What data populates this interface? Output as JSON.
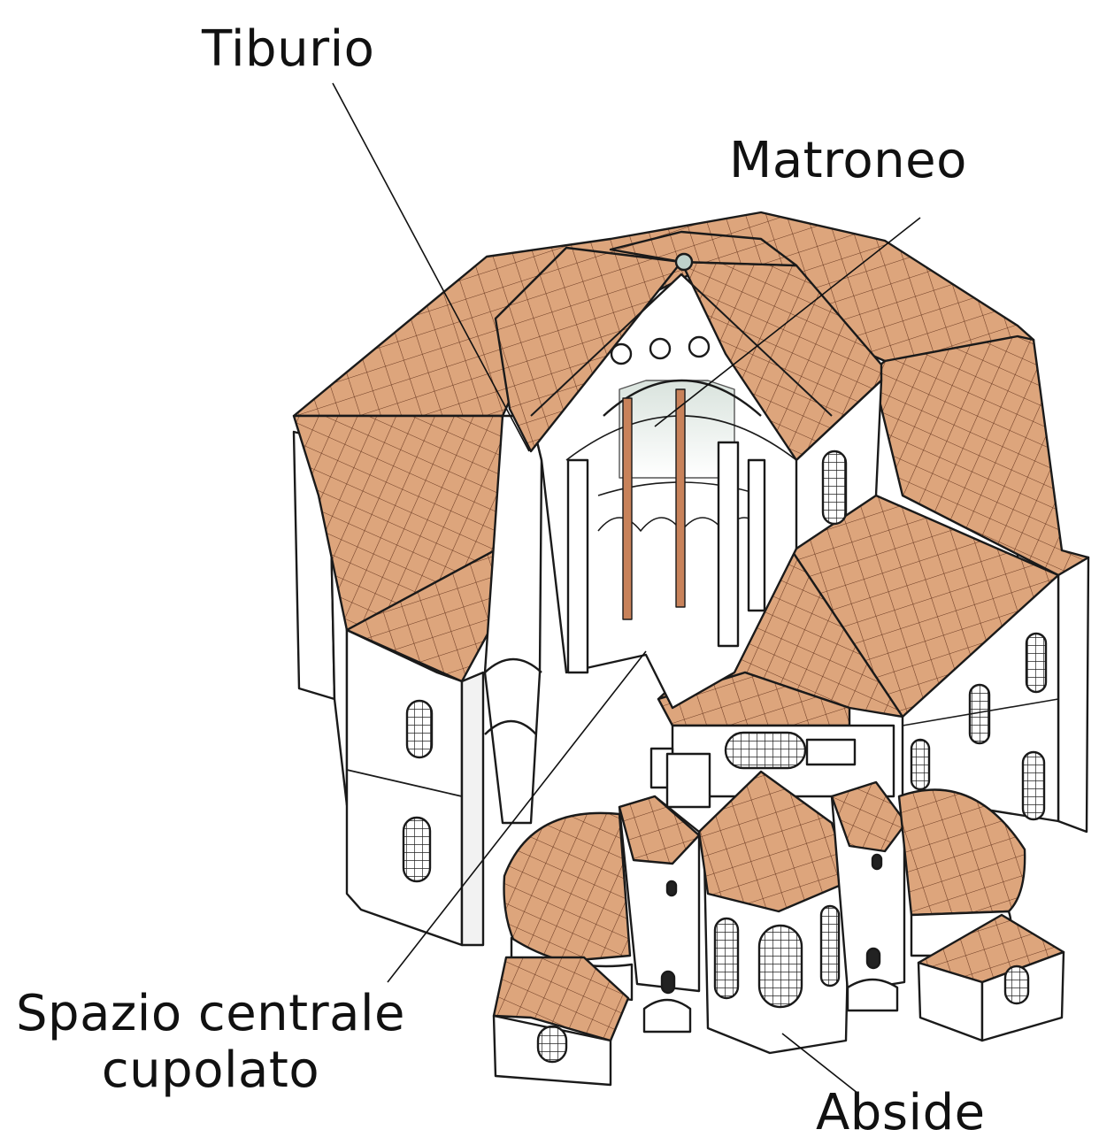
{
  "labels": {
    "tiburio": "Tiburio",
    "matroneo": "Matroneo",
    "spazio_line1": "Spazio centrale",
    "spazio_line2": "cupolato",
    "abside": "Abside"
  },
  "colors": {
    "roof_tile": "#DDA57C",
    "roof_grid": "#6B3A22",
    "wall": "#FFFFFF",
    "outline": "#1A1A1A",
    "interior": "#E6ECE8",
    "column": "#C8825A"
  }
}
